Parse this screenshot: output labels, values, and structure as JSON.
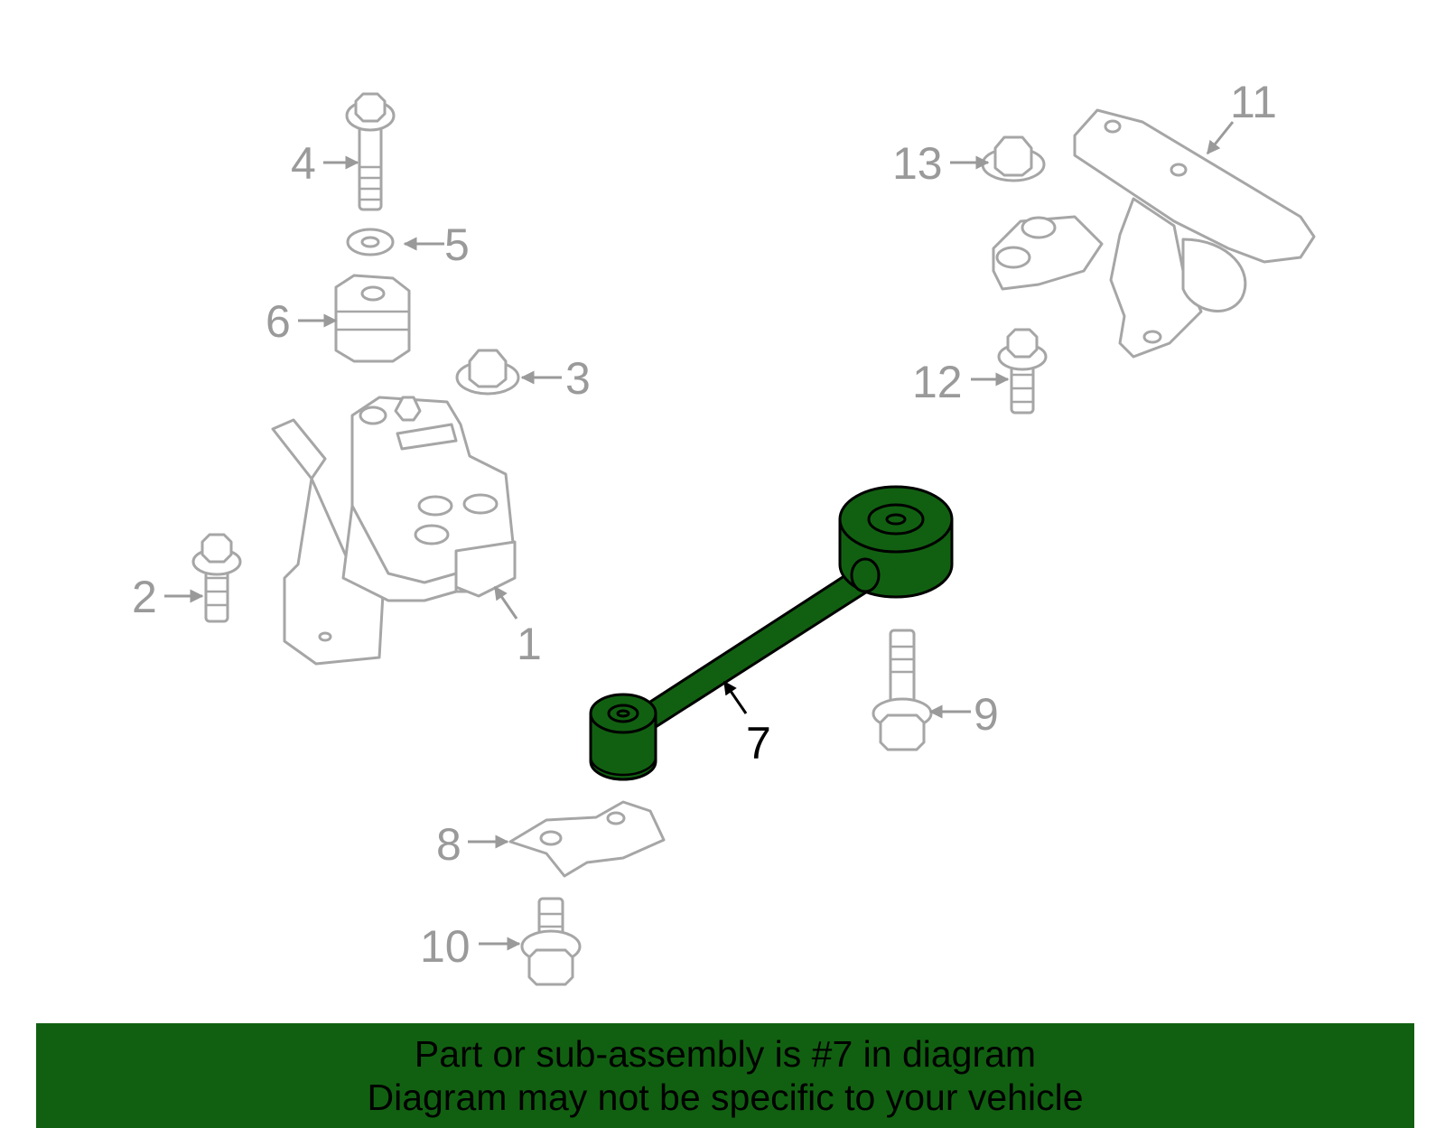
{
  "diagram": {
    "highlighted_part": "7",
    "callouts": {
      "c1": "1",
      "c2": "2",
      "c3": "3",
      "c4": "4",
      "c5": "5",
      "c6": "6",
      "c7": "7",
      "c8": "8",
      "c9": "9",
      "c10": "10",
      "c11": "11",
      "c12": "12",
      "c13": "13"
    },
    "colors": {
      "highlight": "#116011",
      "part_outline": "#a6a6a6",
      "banner": "#116011"
    }
  },
  "banner": {
    "line1": "Part or sub-assembly is #7 in diagram",
    "line2": "Diagram may not be specific to your vehicle"
  }
}
